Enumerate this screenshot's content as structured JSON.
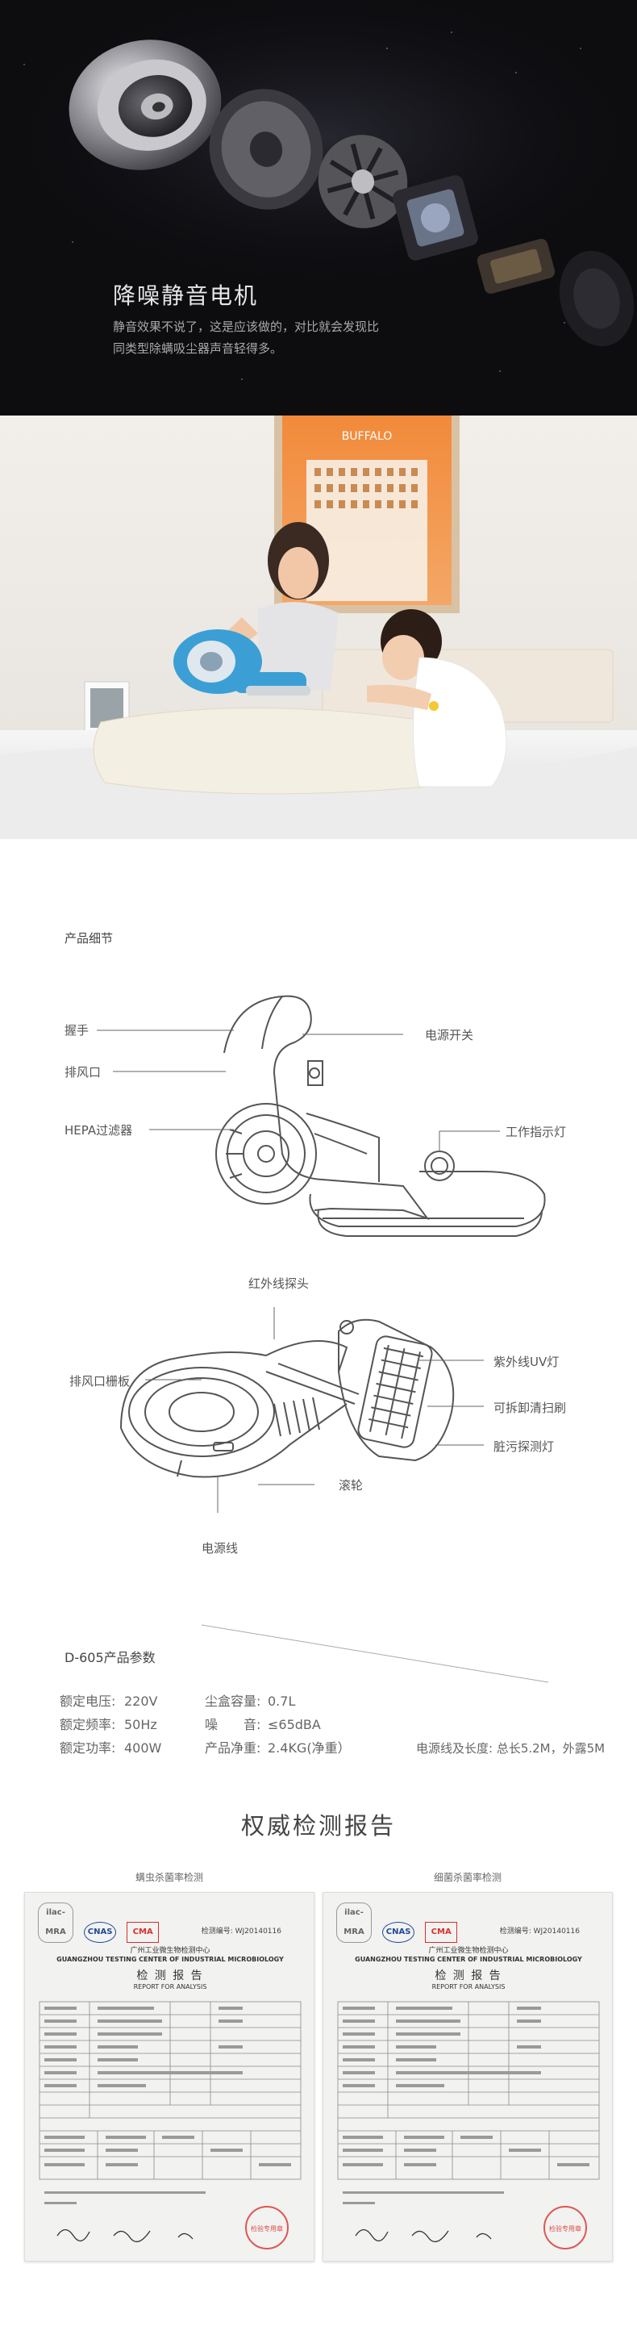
{
  "motor_section": {
    "title": "降噪静音电机",
    "desc_line1": "静音效果不说了，这是应该做的，对比就会发现比",
    "desc_line2": "同类型除螨吸尘器声音轻得多。"
  },
  "scene": {
    "poster_text": "BUFFALO"
  },
  "product_detail": {
    "title": "产品细节",
    "callouts_top": {
      "handle": "握手",
      "exhaust": "排风口",
      "hepa": "HEPA过滤器",
      "power_switch": "电源开关",
      "indicator": "工作指示灯"
    },
    "callouts_bottom": {
      "infrared": "红外线探头",
      "exhaust_grille": "排风口栅板",
      "uv_lamp": "紫外线UV灯",
      "brush": "可拆卸清扫刷",
      "dirt_light": "脏污探测灯",
      "roller": "滚轮",
      "power_cord": "电源线"
    }
  },
  "specs": {
    "title": "D-605产品参数",
    "rows": [
      [
        "额定电压:",
        "220V",
        "尘盒容量:",
        "0.7L"
      ],
      [
        "额定频率:",
        "50Hz",
        "噪　　音:",
        "≤65dBA"
      ],
      [
        "额定功率:",
        "400W",
        "产品净重:",
        "2.4KG(净重）",
        "电源线及长度: 总长5.2M，外露5M"
      ]
    ]
  },
  "reports": {
    "title": "权威检测报告",
    "items": [
      {
        "caption": "螨虫杀菌率检测",
        "org_cn": "广州工业微生物检测中心",
        "org_en": "GUANGZHOU TESTING CENTER OF INDUSTRIAL MICROBIOLOGY",
        "title_cn": "检 测 报 告",
        "title_en": "REPORT FOR ANALYSIS",
        "report_no": "检测编号: WJ20140116",
        "stamp": "检验专用章"
      },
      {
        "caption": "细菌杀菌率检测",
        "org_cn": "广州工业微生物检测中心",
        "org_en": "GUANGZHOU TESTING CENTER OF INDUSTRIAL MICROBIOLOGY",
        "title_cn": "检 测 报 告",
        "title_en": "REPORT FOR ANALYSIS",
        "report_no": "检测编号: WJ20140116",
        "stamp": "检验专用章"
      }
    ],
    "logos": [
      "ilac-MRA",
      "CNAS",
      "CMA"
    ]
  },
  "colors": {
    "dark_bg": "#0d0d10",
    "accent_blue": "#3b9fd6",
    "stamp_red": "#d9302a"
  }
}
